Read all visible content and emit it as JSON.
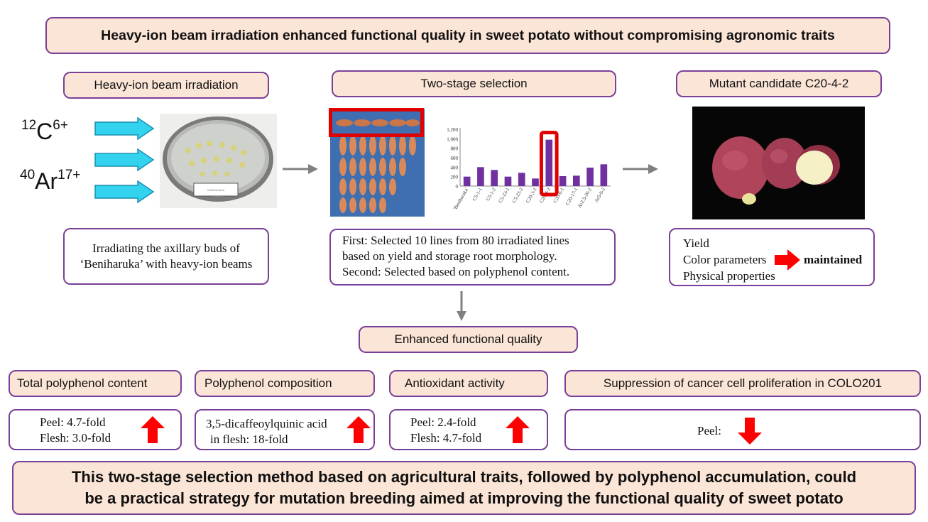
{
  "title": "Heavy-ion beam irradiation enhanced functional quality in sweet potato without compromising agronomic traits",
  "section1": {
    "header": "Heavy-ion beam irradiation",
    "ion1": {
      "base": "C",
      "mass": "12",
      "charge": "6+"
    },
    "ion2": {
      "base": "Ar",
      "mass": "40",
      "charge": "17+"
    },
    "description_line1": "Irradiating the axillary buds of",
    "description_line2": "‘Beniharuka’ with heavy-ion beams"
  },
  "section2": {
    "header": "Two-stage selection",
    "description_line1": "First: Selected 10 lines from 80 irradiated lines",
    "description_line2": "based on yield and storage root morphology.",
    "description_line3": "Second: Selected based on polyphenol content."
  },
  "section3": {
    "header": "Mutant candidate C20-4-2",
    "traits": [
      "Yield",
      "Color parameters",
      "Physical properties"
    ],
    "result": "maintained"
  },
  "enhanced_header": "Enhanced functional quality",
  "results": [
    {
      "header": "Total polyphenol content",
      "line1": "Peel: 4.7-fold",
      "line2": "Flesh: 3.0-fold",
      "direction": "up"
    },
    {
      "header": "Polyphenol composition",
      "line1": "3,5-dicaffeoylquinic acid",
      "line2": "in flesh: 18-fold",
      "direction": "up"
    },
    {
      "header": "Antioxidant activity",
      "line1": "Peel: 2.4-fold",
      "line2": "Flesh: 4.7-fold",
      "direction": "up"
    },
    {
      "header": "Suppression of cancer cell proliferation in COLO201",
      "line1": "Peel:",
      "direction": "down"
    }
  ],
  "conclusion_line1": "This two-stage selection method based on agricultural traits, followed by polyphenol accumulation, could",
  "conclusion_line2": "be a practical strategy for mutation breeding aimed at improving the functional quality of sweet potato",
  "colors": {
    "border": "#7a3f98",
    "peach": "#fbe5d6",
    "beam_arrow": "#33d3f0",
    "red_arrow": "#ff0000",
    "bar": "#7030a0",
    "highlight": "#e00000"
  },
  "chart_data": {
    "type": "bar",
    "categories": [
      "'Beniharuka'",
      "C5-1-1",
      "C5-1-2",
      "C5-23-1",
      "C5-23-2",
      "C20-3-1",
      "C20-4-2",
      "C20-6-1",
      "C20-17-1",
      "Ar2.5-26-2",
      "Ar5-9-2"
    ],
    "values": [
      200,
      400,
      340,
      200,
      280,
      160,
      980,
      210,
      220,
      390,
      460
    ],
    "ylim": [
      0,
      1200
    ],
    "yticks": [
      "0",
      "200",
      "400",
      "600",
      "800",
      "1,000",
      "1,200"
    ],
    "highlight": "C20-4-2",
    "grid": false
  }
}
